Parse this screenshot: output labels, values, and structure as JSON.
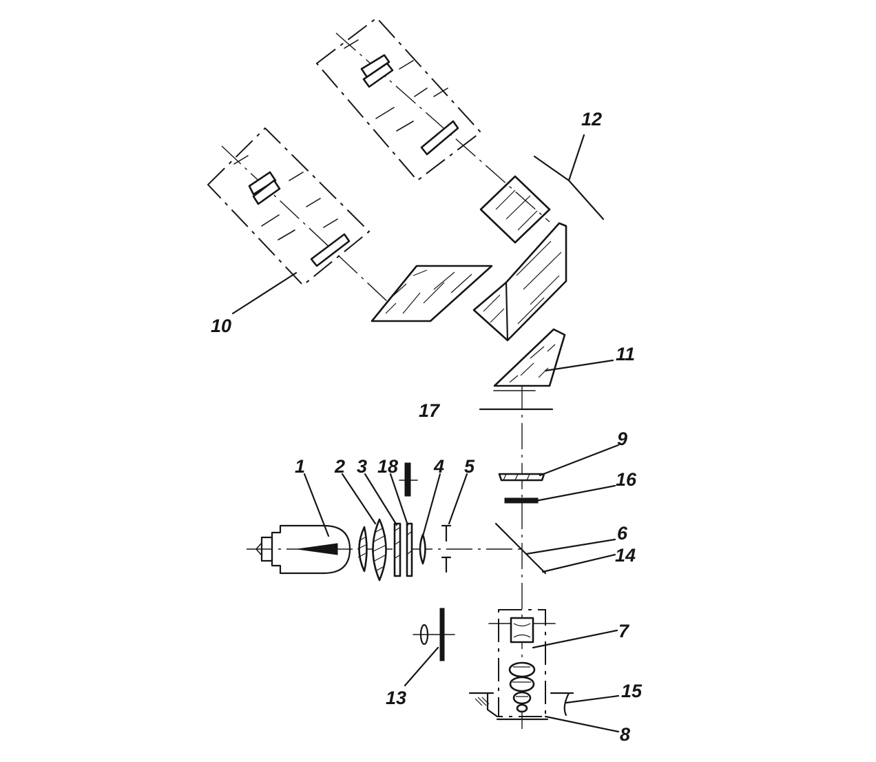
{
  "labels": {
    "l1": "1",
    "l2": "2",
    "l3": "3",
    "l18": "18",
    "l4": "4",
    "l5": "5",
    "l17": "17",
    "l9": "9",
    "l16": "16",
    "l6": "6",
    "l14": "14",
    "l7": "7",
    "l15": "15",
    "l8": "8",
    "l13": "13",
    "l10": "10",
    "l11": "11",
    "l12": "12"
  }
}
